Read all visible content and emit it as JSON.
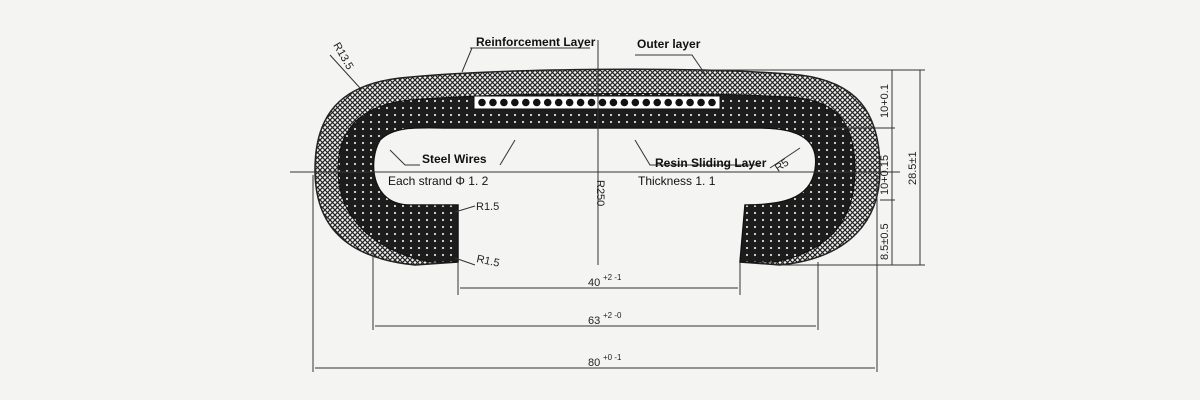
{
  "labels": {
    "reinforcement_layer": "Reinforcement Layer",
    "outer_layer": "Outer layer",
    "steel_wires": "Steel Wires",
    "each_strand": "Each strand Φ 1. 2",
    "resin_sliding_layer": "Resin Sliding Layer",
    "thickness": "Thickness 1. 1"
  },
  "dimensions": {
    "r13_5": "R13.5",
    "r5": "R5",
    "r250": "R250",
    "r1_5_top": "R1.5",
    "r1_5_bottom": "R1.5",
    "width_40": "40",
    "width_40_tol": "+2 -1",
    "width_63": "63",
    "width_63_tol": "+2 -0",
    "width_80": "80",
    "width_80_tol": "+0 -1",
    "h_top": "10+0.1",
    "h_mid": "10+0.15",
    "h_bottom": "8.5±0.5",
    "h_total": "28.5±1"
  },
  "steel_wire_count": 22,
  "colors": {
    "dark_layer": "#1c1c1c",
    "background": "#f4f4f2"
  }
}
